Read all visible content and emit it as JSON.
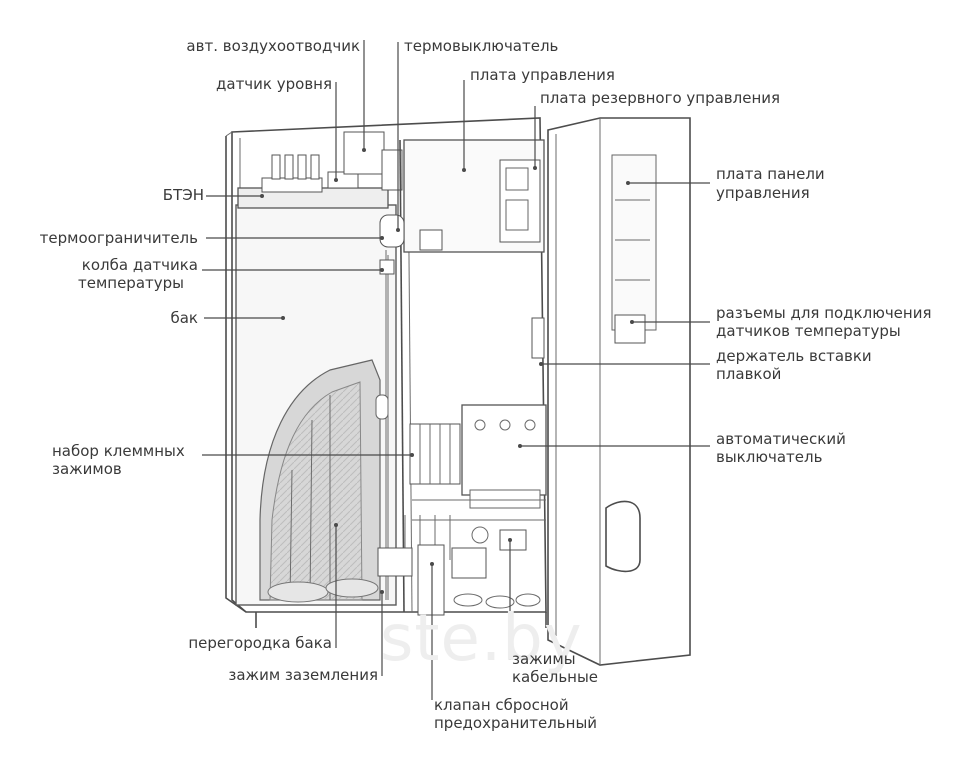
{
  "watermark": "ste.by",
  "labels": {
    "air_vent": "авт. воздухоотводчик",
    "thermal_switch": "термовыключатель",
    "level_sensor": "датчик уровня",
    "control_board": "плата управления",
    "backup_board": "плата резервного управления",
    "heater": "БТЭН",
    "control_panel_board_l1": "плата панели",
    "control_panel_board_l2": "управления",
    "thermal_limiter": "термоограничитель",
    "temp_bulb_l1": "колба датчика",
    "temp_bulb_l2": "температуры",
    "tank": "бак",
    "temp_connectors_l1": "разъемы для подключения",
    "temp_connectors_l2": "датчиков температуры",
    "fuse_holder_l1": "держатель вставки",
    "fuse_holder_l2": "плавкой",
    "terminal_set_l1": "набор клеммных",
    "terminal_set_l2": "зажимов",
    "circuit_breaker_l1": "автоматический",
    "circuit_breaker_l2": "выключатель",
    "tank_partition": "перегородка бака",
    "cable_clamps_l1": "зажимы",
    "cable_clamps_l2": "кабельные",
    "ground_clamp": "зажим заземления",
    "relief_valve_l1": "клапан сбросной",
    "relief_valve_l2": "предохранительный"
  }
}
